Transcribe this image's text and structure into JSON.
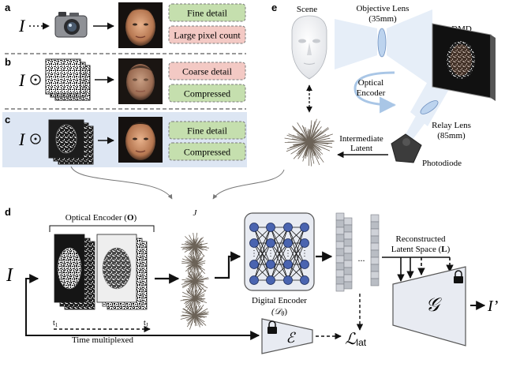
{
  "panels": {
    "a": {
      "letter": "a",
      "input_symbol": "I",
      "tags": [
        "Fine detail",
        "Large pixel count"
      ]
    },
    "b": {
      "letter": "b",
      "input_symbol": "I",
      "tags": [
        "Coarse detail",
        "Compressed"
      ]
    },
    "c": {
      "letter": "c",
      "input_symbol": "I",
      "tags": [
        "Fine detail",
        "Compressed"
      ]
    },
    "d": {
      "letter": "d",
      "input_symbol": "I",
      "optical_encoder_label": "Optical Encoder (",
      "optical_encoder_symbol": "O",
      "time_start": "t",
      "time_start_sub": "1",
      "time_end": "t",
      "time_end_sub": "J",
      "ellipsis": "...",
      "time_label": "Time multiplexed",
      "j_label": "J",
      "digital_encoder_label": "Digital Encoder",
      "digital_encoder_symbol": "(𝒟",
      "digital_encoder_sub": "θ",
      "digital_encoder_close": ")",
      "latent_ellipsis": "...",
      "reconstructed_label_1": "Reconstructed",
      "reconstructed_label_2": "Latent Space (",
      "reconstructed_symbol": "L",
      "generator_symbol": "𝒢",
      "output_symbol": "I’",
      "encoder_symbol": "ℰ",
      "loss_symbol": "ℒ",
      "loss_sub": "lat"
    },
    "e": {
      "letter": "e",
      "scene_label": "Scene",
      "objective_lens_label_1": "Objective Lens",
      "objective_lens_label_2": "(35mm)",
      "dmd_label": "DMD",
      "optical_encoder_label_1": "Optical",
      "optical_encoder_label_2": "Encoder",
      "relay_lens_label_1": "Relay Lens",
      "relay_lens_label_2": "(85mm)",
      "intermediate_label_1": "Intermediate",
      "intermediate_label_2": "Latent",
      "photodiode_label": "Photodiode"
    }
  },
  "colors": {
    "green_tag": "#c5dfae",
    "pink_tag": "#f3c9c4",
    "highlight_bg": "#dde6f3",
    "lens_blue": "#bcd3ee",
    "beam_blue": "#e6eef8",
    "arrow_blue": "#a9c6e6",
    "net_node": "#4a64b0",
    "net_bg": "#e8ebf2"
  }
}
